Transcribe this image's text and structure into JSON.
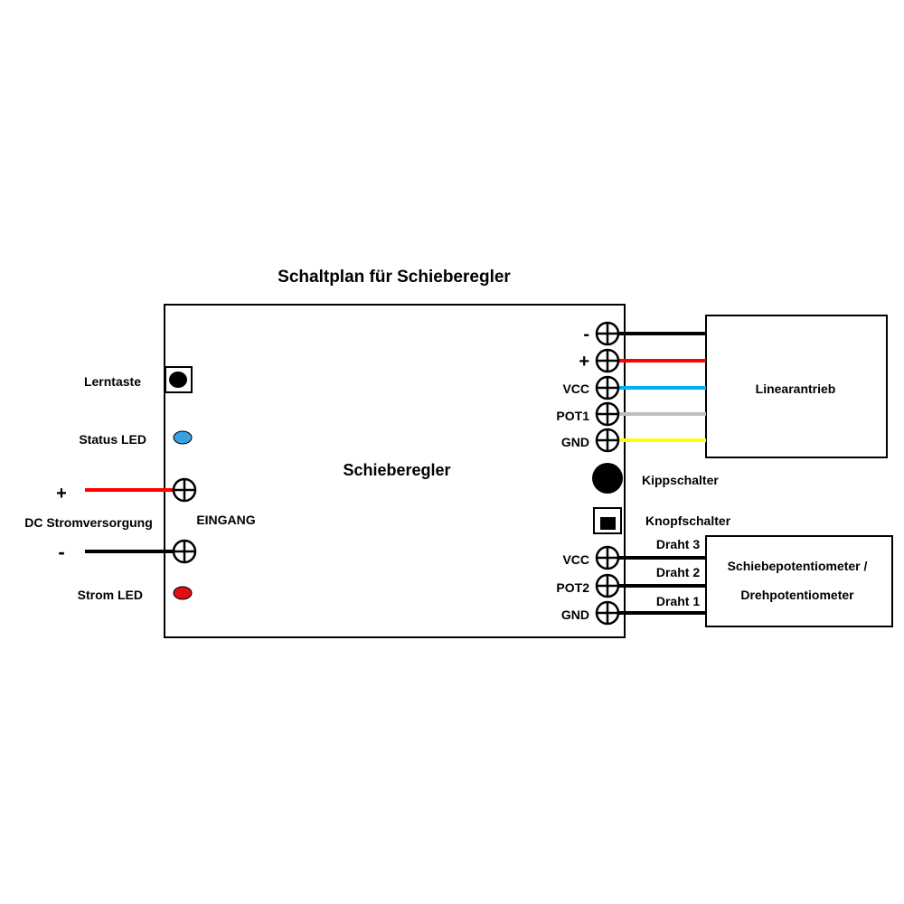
{
  "title": "Schaltplan für Schieberegler",
  "controller": {
    "label": "Schieberegler"
  },
  "left_side": {
    "learn_button": "Lerntaste",
    "status_led": "Status LED",
    "power_led": "Strom LED",
    "input_label": "EINGANG",
    "power_supply": "DC Stromversorgung",
    "plus": "+",
    "minus": "-"
  },
  "actuator": {
    "label": "Linearantrieb",
    "terminals": [
      {
        "label": "-",
        "wire_color": "#000000"
      },
      {
        "label": "+",
        "wire_color": "#ff0000"
      },
      {
        "label": "VCC",
        "wire_color": "#00b0f0"
      },
      {
        "label": "POT1",
        "wire_color": "#c0c0c0"
      },
      {
        "label": "GND",
        "wire_color": "#ffff00"
      }
    ]
  },
  "toggle_switch": {
    "label": "Kippschalter"
  },
  "push_switch": {
    "label": "Knopfschalter"
  },
  "potentiometer": {
    "label_line1": "Schiebepotentiometer /",
    "label_line2": "Drehpotentiometer",
    "terminals": [
      {
        "label": "VCC",
        "wire": "Draht 3"
      },
      {
        "label": "POT2",
        "wire": "Draht 2"
      },
      {
        "label": "GND",
        "wire": "Draht 1"
      }
    ]
  },
  "colors": {
    "status_led": "#3aa0e0",
    "power_led": "#e01010",
    "power_plus_wire": "#ff0000",
    "power_minus_wire": "#000000"
  }
}
